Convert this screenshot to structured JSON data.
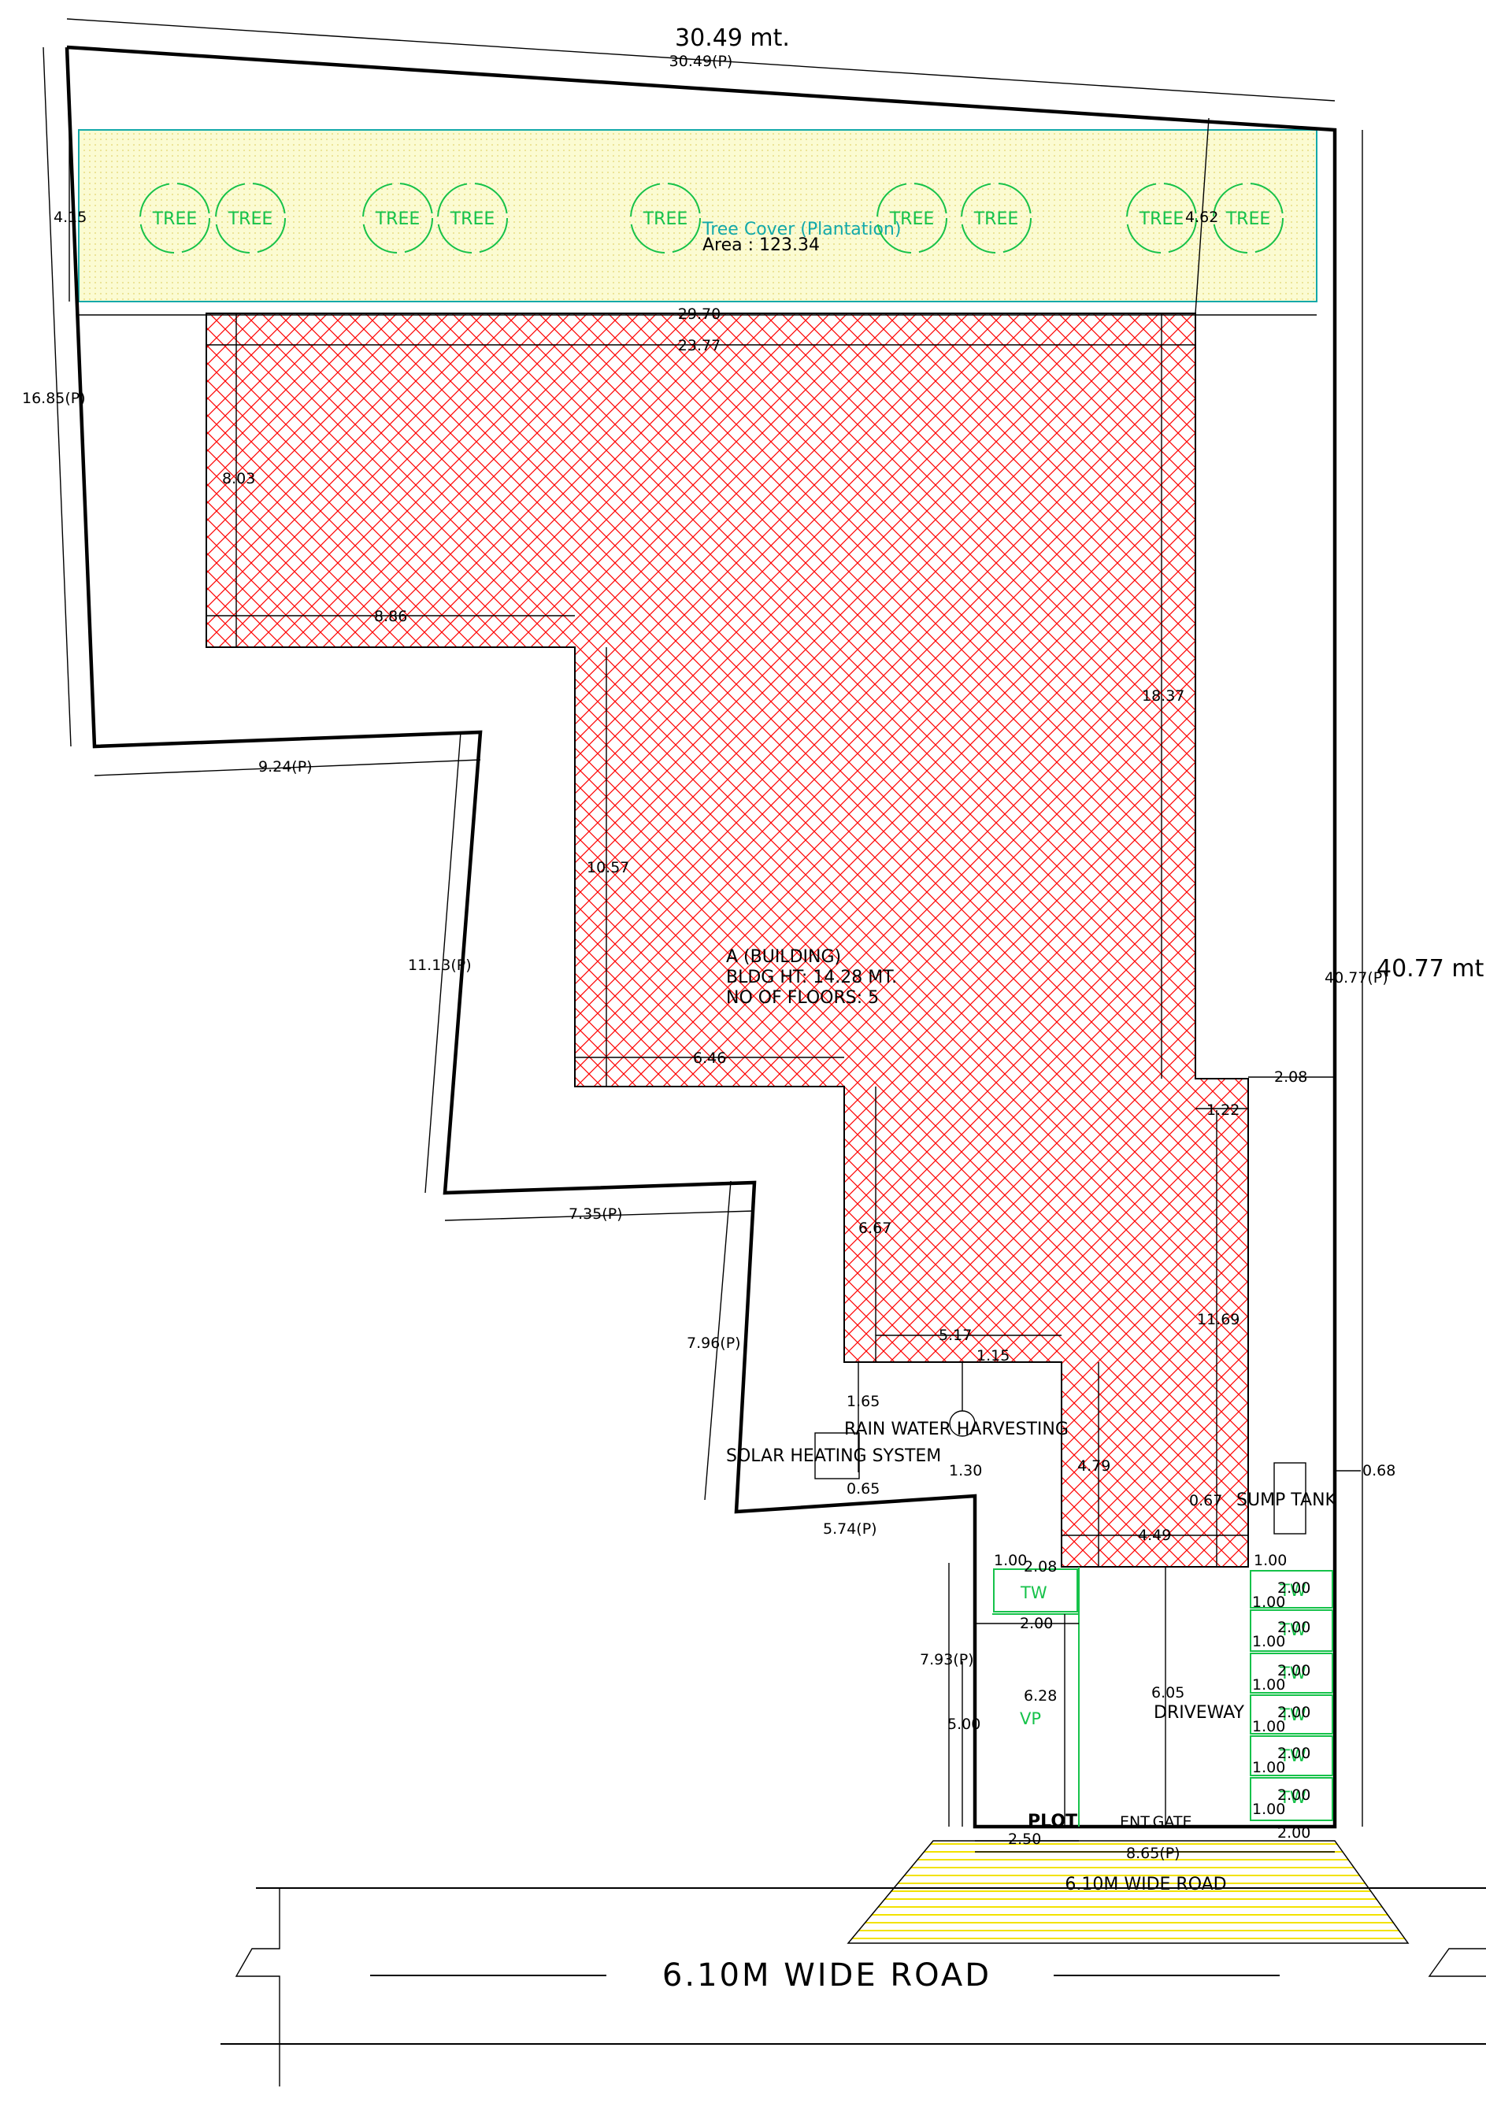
{
  "plot": {
    "top_width": "30.49 mt.",
    "top_width_p": "30.49(P)",
    "right_length": "40.77 mt.",
    "right_length_p": "40.77(P)",
    "left_p": "16.85(P)",
    "step1_p": "9.24(P)",
    "step2_p": "11.13(P)",
    "step3_p": "7.35(P)",
    "step4_p": "7.96(P)",
    "step5_p": "5.74(P)",
    "step6_p": "7.93(P)",
    "front_p": "8.65(P)",
    "plot_label": "PLOT",
    "gate_label": "ENT.GATE"
  },
  "tree_cover": {
    "title": "Tree Cover (Plantation)",
    "area": "Area : 123.34",
    "tree_label": "TREE",
    "depth_left": "4.15",
    "depth_right": "4.62",
    "width": "29.70"
  },
  "building": {
    "name": "A (BUILDING)",
    "height": "BLDG HT: 14.28 MT.",
    "floors": "NO OF FLOORS: 5",
    "dims": {
      "top": "23.77",
      "left_top": "8.03",
      "step_a": "8.86",
      "right_full": "18.37",
      "mid_left": "10.57",
      "step_b": "6.46",
      "lower_left": "6.67",
      "step_c": "5.17",
      "rwh_offset": "1.15",
      "low_mid": "4.79",
      "bottom": "4.49",
      "right_lower": "11.69",
      "side_a": "1.22",
      "side_b": "2.08",
      "side_c": "0.68",
      "sump_offset": "0.67",
      "rwh_dist": "1.65",
      "solar_dist": "0.65",
      "rwh_gap": "1.30"
    }
  },
  "services": {
    "rwh": "RAIN WATER HARVESTING",
    "solar": "SOLAR HEATING SYSTEM",
    "sump": "SUMP TANK"
  },
  "parking": {
    "tw": "TW",
    "vp": "VP",
    "driveway": "DRIVEWAY",
    "one": "1.00",
    "two": "2.00",
    "d_208": "2.08",
    "d_628": "6.28",
    "d_500": "5.00",
    "d_605": "6.05",
    "d_250": "2.50"
  },
  "road": {
    "small_label": "6.10M WIDE ROAD",
    "big_label": "6.10M  WIDE  ROAD"
  },
  "colors": {
    "building_hatch": "#ff0000",
    "green": "#16c24a",
    "cyan": "#13a9a9",
    "road_hatch": "#f2e200",
    "tree_fill": "#fbfbd2"
  }
}
